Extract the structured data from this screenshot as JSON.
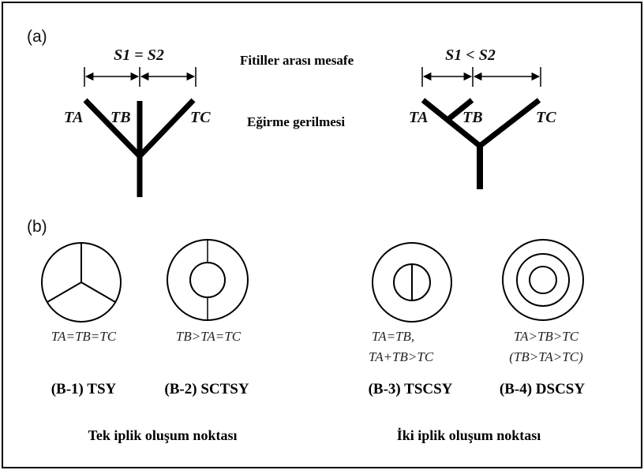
{
  "panel_a": {
    "label": "(a)",
    "left": {
      "spacing_label": "S1 = S2",
      "ta": "TA",
      "tb": "TB",
      "tc": "TC"
    },
    "right": {
      "spacing_label": "S1 < S2",
      "ta": "TA",
      "tb": "TB",
      "tc": "TC"
    },
    "strand_spacing_label": "Fitiller arası mesafe",
    "spinning_tension_label": "Eğirme gerilmesi"
  },
  "panel_b": {
    "label": "(b)",
    "items": [
      {
        "cond": [
          "TA=TB=TC"
        ],
        "name": "(B-1) TSY"
      },
      {
        "cond": [
          "TB>TA=TC"
        ],
        "name": "(B-2) SCTSY"
      },
      {
        "cond": [
          "TA=TB,",
          "TA+TB>TC"
        ],
        "name": "(B-3) TSCSY"
      },
      {
        "cond": [
          "TA>TB>TC",
          "(TB>TA>TC)"
        ],
        "name": "(B-4) DSCSY"
      }
    ],
    "single_point_label": "Tek iplik oluşum noktası",
    "double_point_label": "İki iplik oluşum noktası"
  }
}
